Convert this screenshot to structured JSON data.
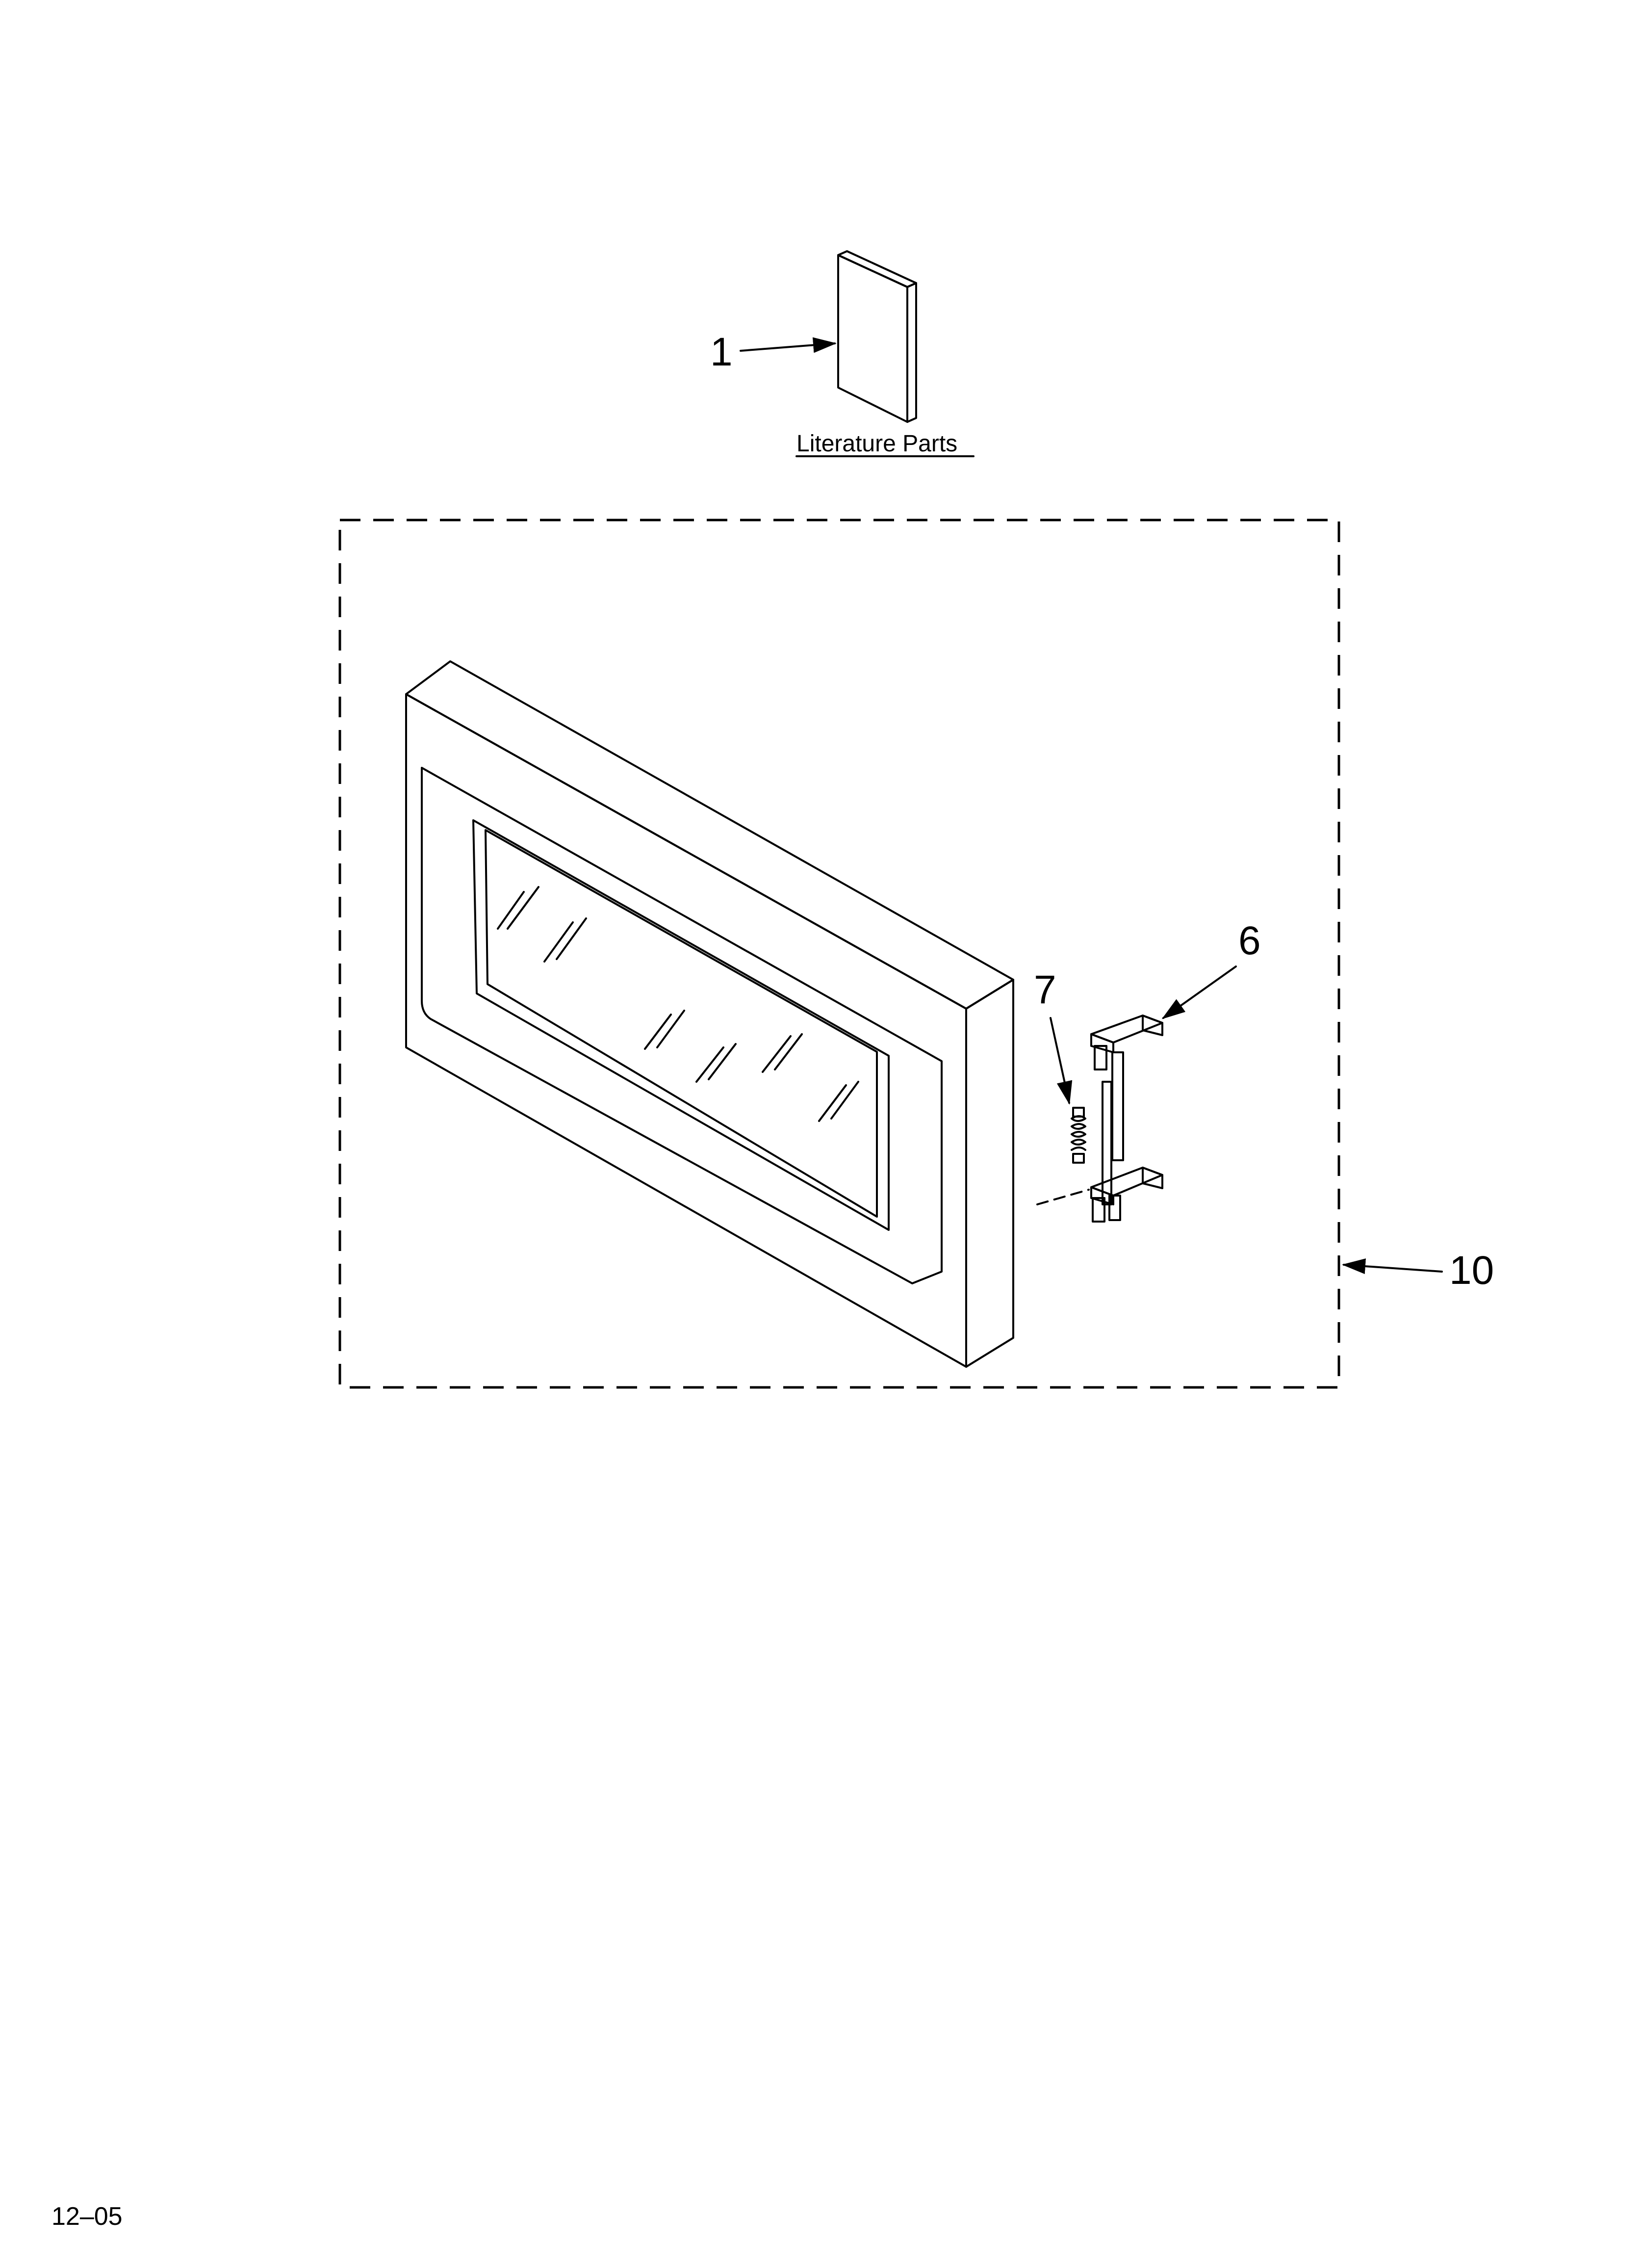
{
  "callouts": {
    "item_1": "1",
    "item_6": "6",
    "item_7": "7",
    "item_10": "10"
  },
  "literature_label": "Literature Parts",
  "footer_date": "12–05"
}
